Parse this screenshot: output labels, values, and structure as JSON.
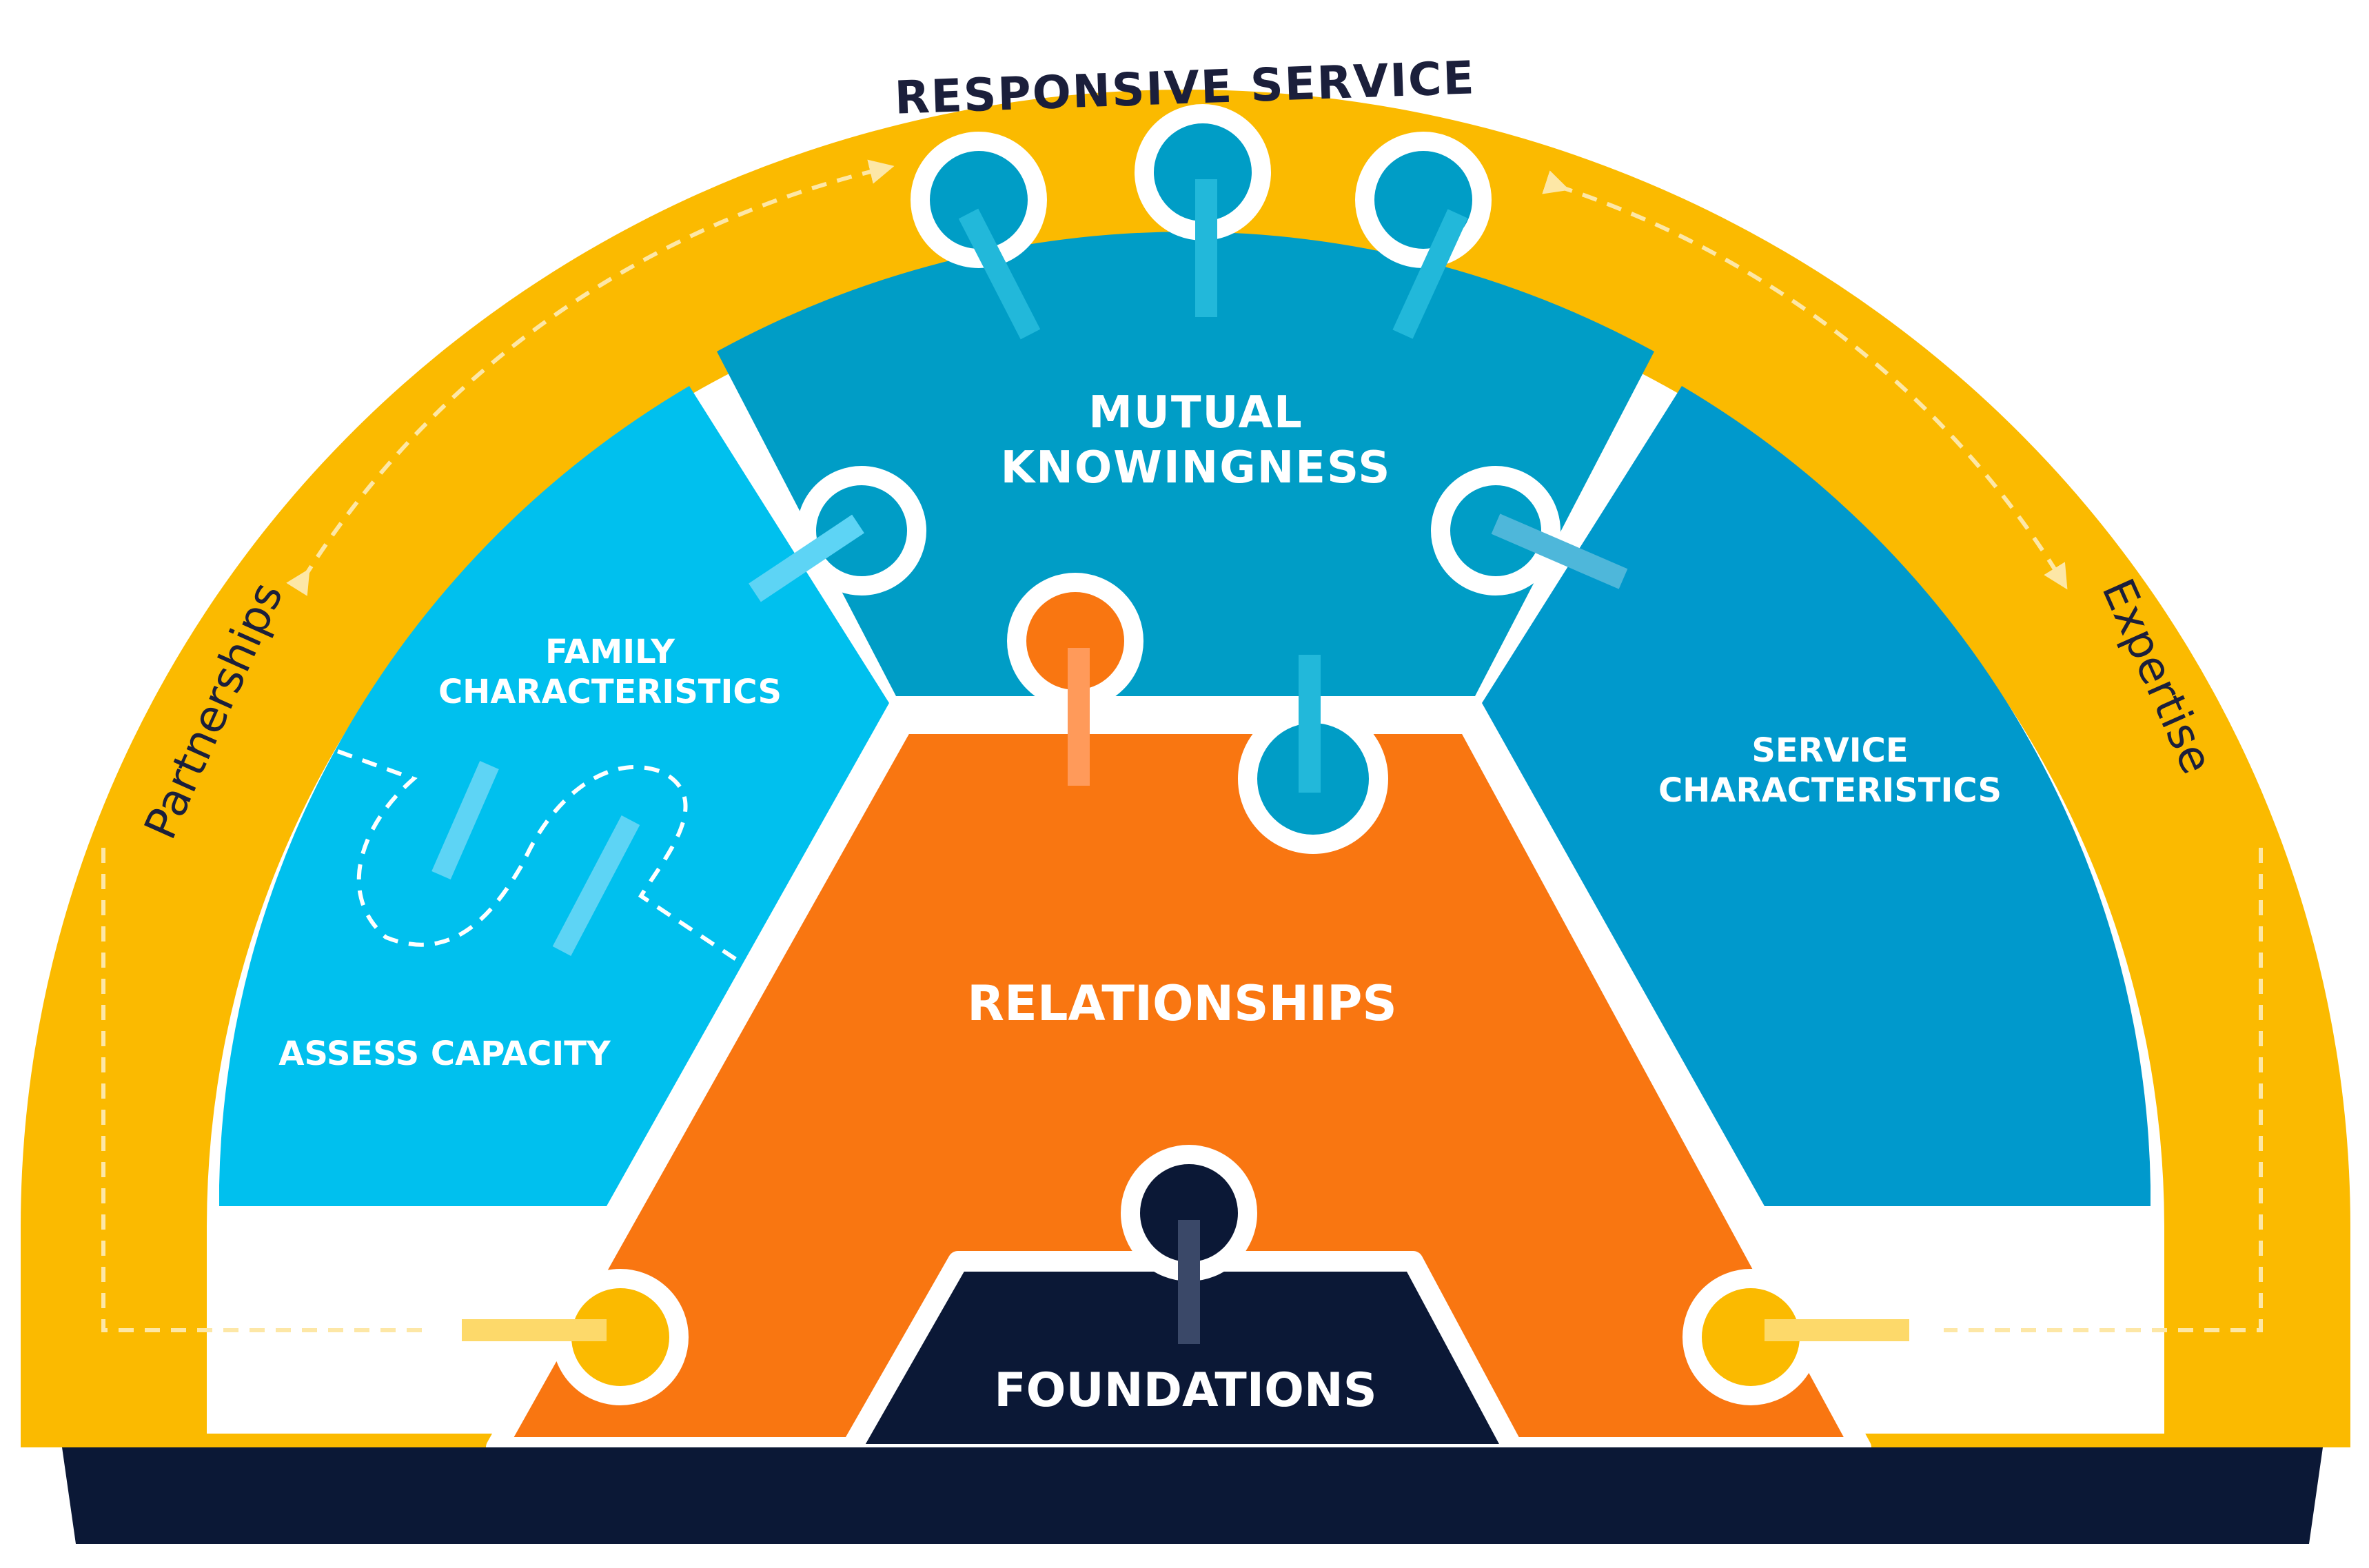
{
  "colors": {
    "gold": "#FBBA00",
    "light_blue": "#00C0EE",
    "teal": "#009DC6",
    "mid_blue": "#0099CC",
    "orange": "#F97611",
    "navy": "#0B1836",
    "white": "#FFFFFF"
  },
  "labels": {
    "responsive_service": "RESPONSIVE SERVICE",
    "partnerships": "Partnerships",
    "expertise": "Expertise",
    "mutual_1": "MUTUAL",
    "mutual_2": "KNOWINGNESS",
    "family_1": "FAMILY",
    "family_2": "CHARACTERISTICS",
    "assess": "ASSESS CAPACITY",
    "service_1": "SERVICE",
    "service_2": "CHARACTERISTICS",
    "relationships": "RELATIONSHIPS",
    "foundations": "FOUNDATIONS"
  },
  "icons": [
    "arrow-icon",
    "puzzle-knob-icon",
    "dashed-cycle-arrow-icon"
  ]
}
